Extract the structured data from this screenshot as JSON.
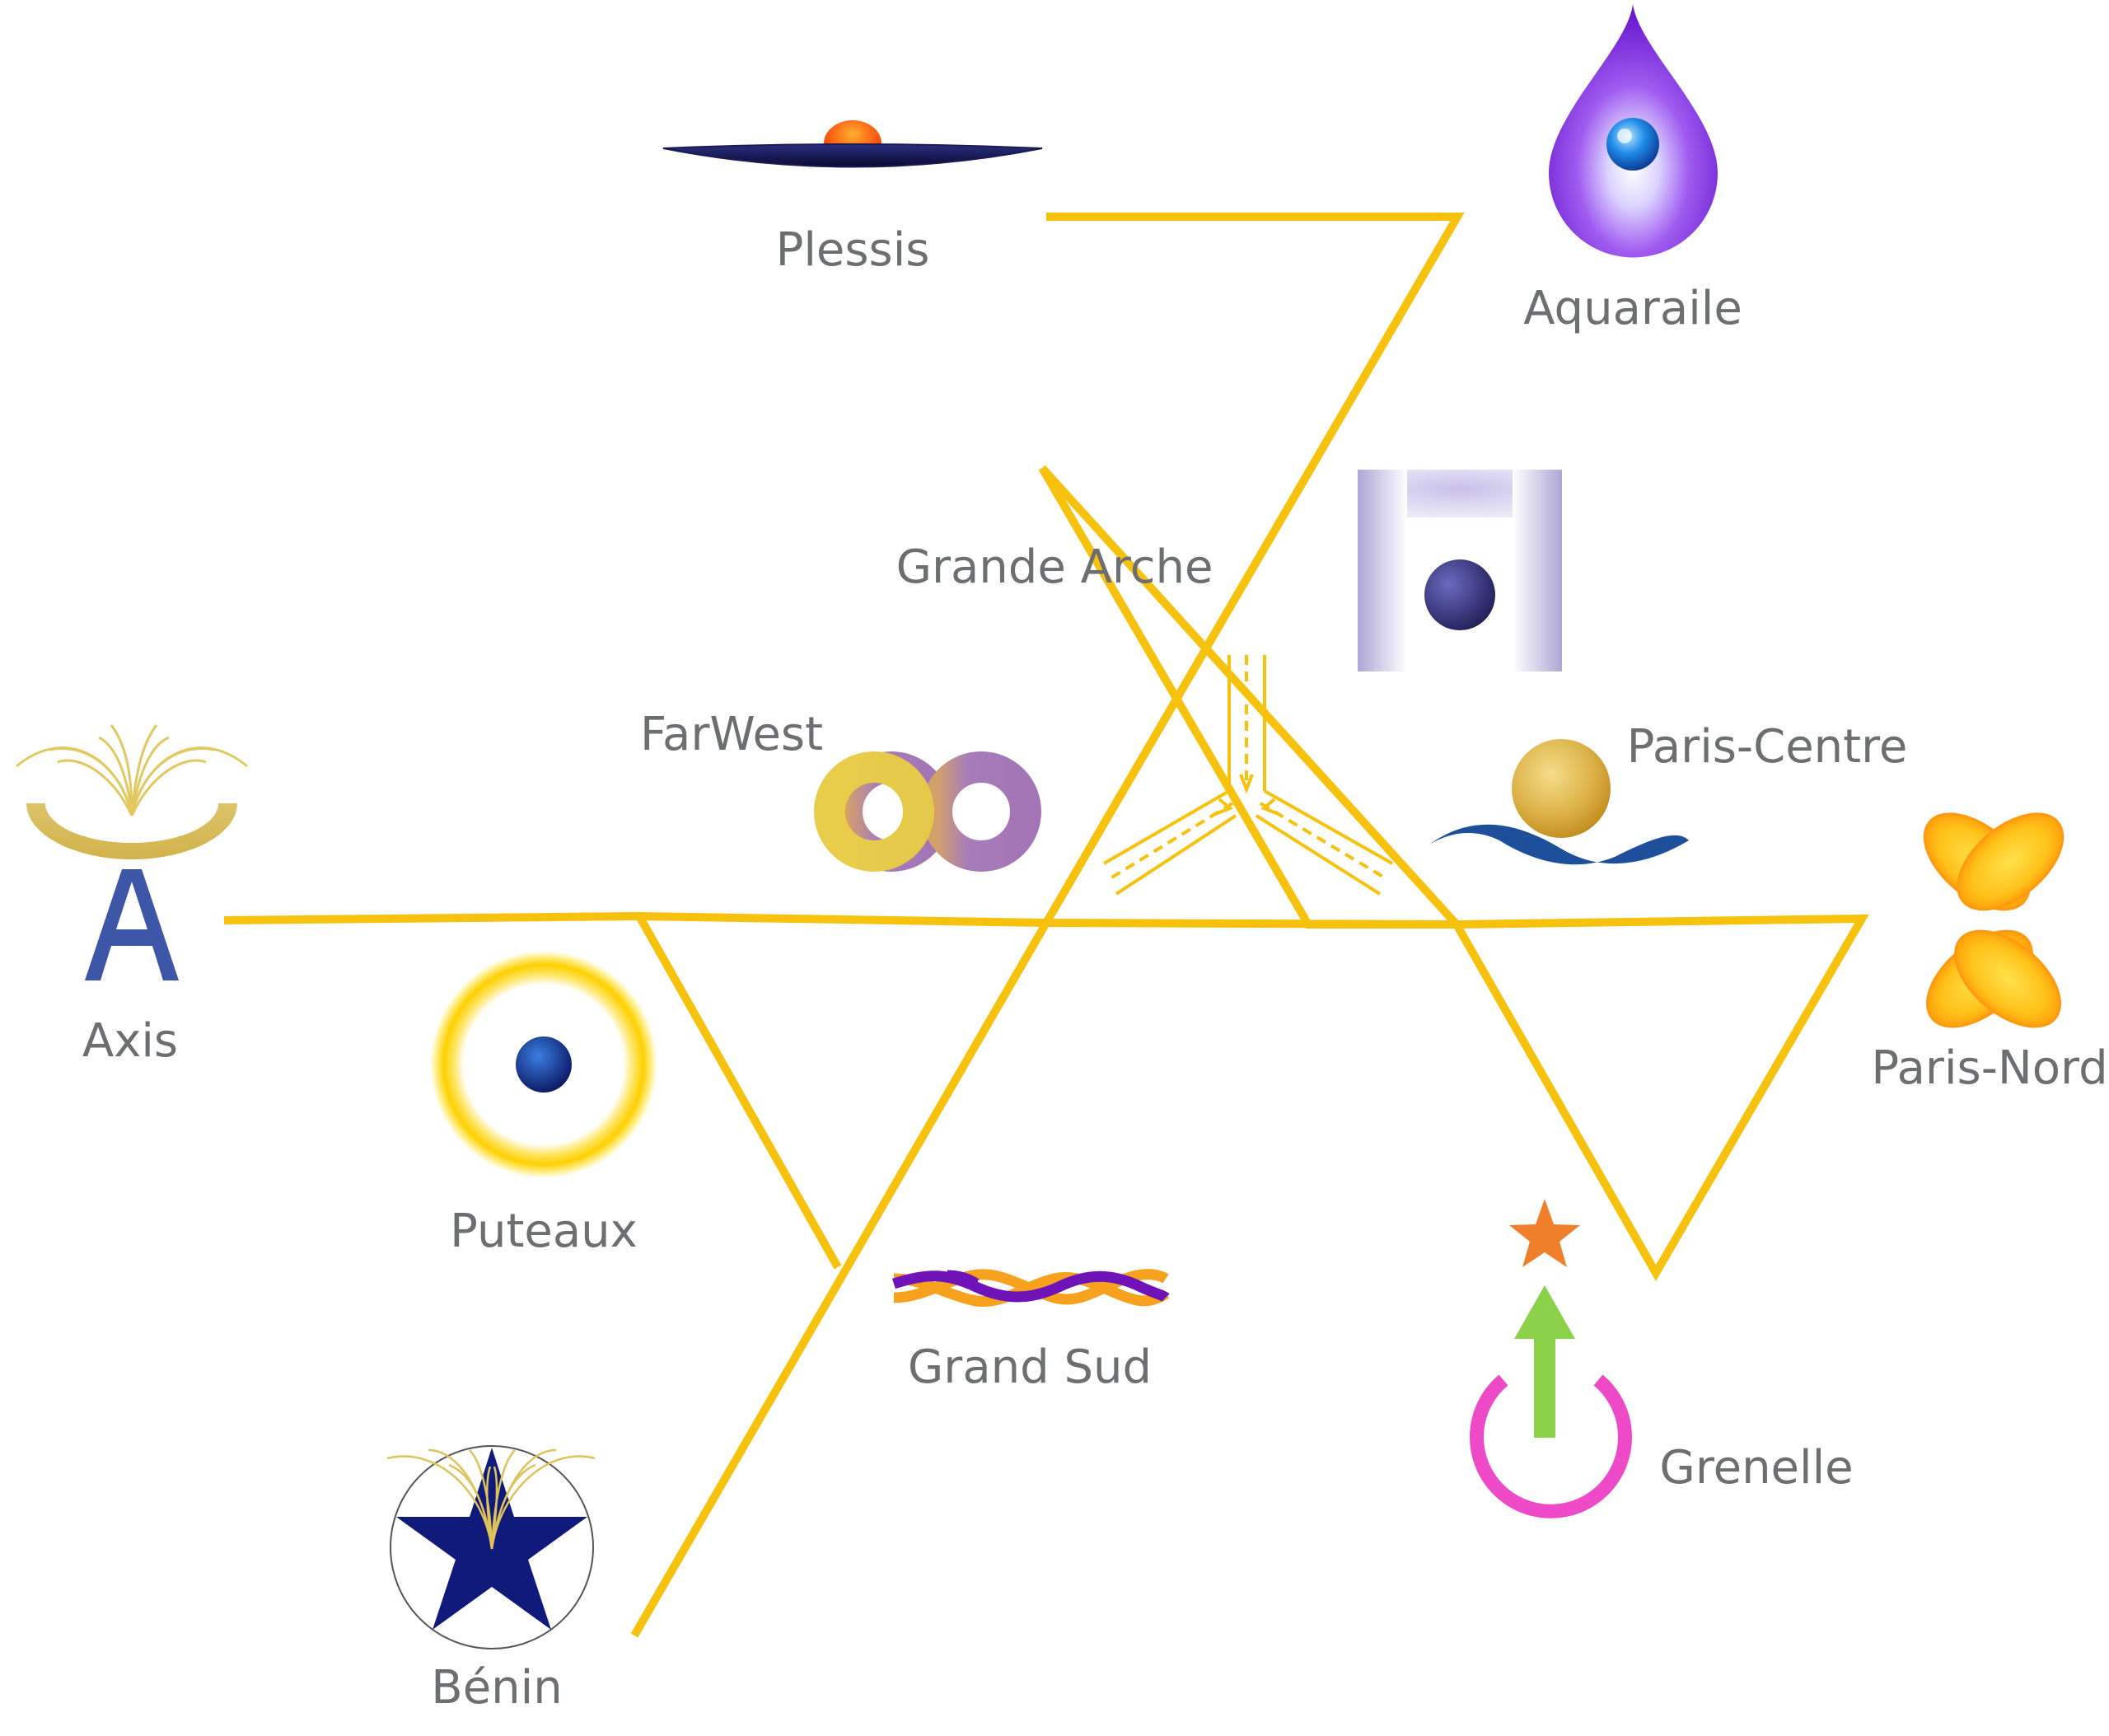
{
  "districts": {
    "plessis": {
      "label": "Plessis",
      "icon": "sunset-horizon-icon"
    },
    "aquaraile": {
      "label": "Aquaraile",
      "icon": "water-drop-icon"
    },
    "grande_arche": {
      "label": "Grande Arche"
    },
    "arch_logo": {
      "icon": "arch-gate-icon"
    },
    "farwest": {
      "label": "FarWest",
      "icon": "double-ring-icon"
    },
    "paris_centre": {
      "label": "Paris-Centre",
      "icon": "sun-over-wave-icon"
    },
    "axis": {
      "label": "Axis",
      "icon": "fountain-letter-a-icon"
    },
    "paris_nord": {
      "label": "Paris-Nord",
      "icon": "four-petal-flower-icon"
    },
    "puteaux": {
      "label": "Puteaux",
      "icon": "glowing-ring-icon"
    },
    "grand_sud": {
      "label": "Grand Sud",
      "icon": "twisted-ribbons-icon"
    },
    "grenelle": {
      "label": "Grenelle",
      "icon": "power-arrow-star-icon"
    },
    "benin": {
      "label": "Bénin",
      "icon": "star-fountain-icon"
    }
  },
  "center_icon": "converging-roads-icon",
  "colors": {
    "line": "#f7c20e",
    "label": "#6d6e71",
    "axis_blue": "#3d56a8",
    "navy": "#0f1a7a",
    "magenta": "#ee4ac7",
    "green": "#8cd14a",
    "orange_star": "#f07f2c",
    "ribbon_purple": "#6f12b7",
    "ribbon_orange": "#f6a21e",
    "wave_blue": "#1e4f9b"
  }
}
